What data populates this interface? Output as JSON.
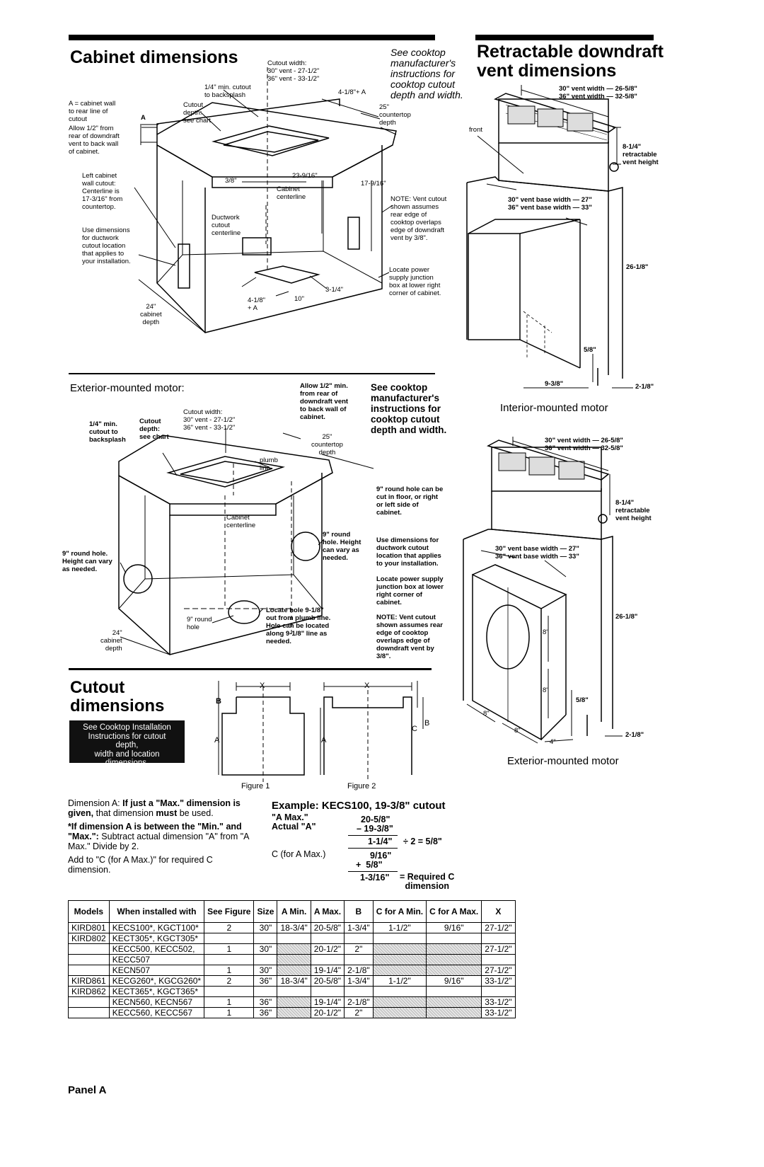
{
  "cabinet": {
    "title": "Cabinet dimensions",
    "a_note": "A = cabinet wall\nto rear line of\ncutout",
    "allow_note": "Allow 1/2\" from\nrear of downdraft\nvent to back wall\nof cabinet.",
    "a": "A",
    "cutout_width": "Cutout width:\n30\" vent - 27-1/2\"\n36\" vent - 33-1/2\"",
    "quarter_min": "1/4\" min. cutout\nto backsplash",
    "cutout_depth": "Cutout\ndepth:\nsee chart",
    "a_plus": "4-1/8\"+ A",
    "countertop_depth": "25\"\ncountertop\ndepth",
    "see_cooktop": "See cooktop\nmanufacturer's\ninstructions for\ncooktop cutout\ndepth and width.",
    "left_cutout": "Left cabinet\nwall cutout:\nCenterline is\n17-3/16\" from\ncountertop.",
    "use_dims": "Use dimensions\nfor ductwork\ncutout location\nthat applies to\nyour installation.",
    "d38": "3/8\"",
    "d23": "23-9/16\"",
    "cab_centerline": "Cabinet\ncenterline",
    "duct_centerline": "Ductwork\ncutout\ncenterline",
    "d17": "17-9/16\"",
    "vent_note": "NOTE: Vent cutout\nshown assumes\nrear edge of\ncooktop overlaps\nedge of downdraft\nvent by 3/8\".",
    "power_note": "Locate power\nsupply junction\nbox at lower right\ncorner of cabinet.",
    "d314": "3-1/4\"",
    "d418": "4-1/8\"\n+ A",
    "d10": "10\"",
    "depth24": "24\"\ncabinet\ndepth"
  },
  "retract": {
    "title": "Retractable downdraft\nvent dimensions",
    "vent_width": "30\" vent width — 26-5/8\"\n36\" vent width — 32-5/8\"",
    "front": "front",
    "height": "8-1/4\"\nretractable\nvent height",
    "base_width": "30\" vent base width — 27\"\n36\" vent base width — 33\"",
    "d2618": "26-1/8\"",
    "d58": "5/8\"",
    "d938": "9-3/8\"",
    "d218": "2-1/8\"",
    "interior_caption": "Interior-mounted motor",
    "vent_width2": "30\" vent width — 26-5/8\"\n36\" vent width — 32-5/8\"",
    "height2": "8-1/4\"\nretractable\nvent height",
    "base_width2": "30\" vent base width — 27\"\n36\" vent base width — 33\"",
    "d2618b": "26-1/8\"",
    "d8a": "8\"",
    "d8b": "8\"",
    "d8c": "8\"",
    "d8d": "8\"",
    "d4": "4\"",
    "d58b": "5/8\"",
    "d218b": "2-1/8\"",
    "exterior_caption": "Exterior-mounted motor"
  },
  "exterior": {
    "title": "Exterior-mounted motor:",
    "allow": "Allow 1/2\" min.\nfrom rear of\ndowndraft vent\nto back wall of\ncabinet.",
    "see_cooktop": "See cooktop\nmanufacturer's\ninstructions for\ncooktop cutout\ndepth and width.",
    "cutout_width": "Cutout width:\n30\" vent - 27-1/2\"\n36\" vent - 33-1/2\"",
    "quarter_min": "1/4\" min.\ncutout to\nbacksplash",
    "cutout_depth": "Cutout\ndepth:\nsee chart",
    "countertop": "25\"\ncountertop\ndepth",
    "plumb": "plumb\nline",
    "round_floor": "9\" round hole can be\ncut in floor, or right\nor left side of\ncabinet.",
    "cab_centerline": "Cabinet\ncenterline",
    "round_right": "9\" round\nhole. Height\ncan vary as\nneeded.",
    "use_dims": "Use dimensions for\nductwork cutout\nlocation that applies\nto your installation.",
    "round_left": "9\" round hole.\nHeight can vary\nas needed.",
    "power": "Locate power supply\njunction box at lower\nright corner of\ncabinet.",
    "locate_hole": "Locate hole 9-1/8\"\nout from plumb line.\nHole can be located\nalong 9-1/8\" line as\nneeded.",
    "round_bottom": "9\" round\nhole",
    "vent_note": "NOTE: Vent cutout\nshown assumes rear\nedge of cooktop\noverlaps edge of\ndowndraft vent by\n3/8\".",
    "depth24": "24\"\ncabinet\ndepth"
  },
  "cutout": {
    "title": "Cutout\ndimensions",
    "badge": "See Cooktop Installation\nInstructions for cutout\ndepth,\nwidth and location\ndimensions.",
    "x1": "X",
    "x2": "X",
    "b1": "B",
    "a1": "A",
    "a2": "A",
    "c": "C",
    "b2": "B",
    "fig1": "Figure 1",
    "fig2": "Figure 2"
  },
  "instructions": {
    "p1_a": "Dimension A: ",
    "p1_b": "If just a \"Max.\" dimension is given,",
    "p1_c": " that dimension ",
    "p1_d": "must",
    "p1_e": " be used.",
    "p2_a": "*If dimension A is between the \"Min.\" and \"Max.\":",
    "p2_b": " Subtract actual dimension \"A\" from \"A Max.\" Divide by 2.",
    "p3": "Add to \"C (for A Max.)\" for required C dimension."
  },
  "example": {
    "title": "Example: KECS100, 19-3/8\" cutout",
    "amax_label": "\"A Max.\"",
    "amax_val": "20-5/8\"",
    "actual_label": "Actual \"A\"",
    "actual_val": "– 19-3/8\"",
    "diff": "1-1/4\"",
    "div": "÷ 2 = 5/8\"",
    "c_label": "C (for A Max.)",
    "c_val": "9/16\"",
    "plus": "+  5/8\"",
    "result": "1-3/16\"",
    "required": "= Required C\ndimension"
  },
  "table": {
    "headers": [
      "Models",
      "When installed with",
      "See\nFigure",
      "Size",
      "A\nMin.",
      "A\nMax.",
      "B",
      "C for\nA Min.",
      "C for\nA Max.",
      "X"
    ],
    "rows": [
      [
        "KIRD801",
        "KECS100*, KGCT100*",
        "2",
        "30\"",
        "18-3/4\"",
        "20-5/8\"",
        "1-3/4\"",
        "1-1/2\"",
        "9/16\"",
        "27-1/2\""
      ],
      [
        "KIRD802",
        "KECT305*, KGCT305*",
        "",
        "",
        "",
        "",
        "",
        "",
        "",
        ""
      ],
      [
        "",
        "KECC500, KECC502,",
        "1",
        "30\"",
        "",
        "20-1/2\"",
        "2\"",
        "",
        "",
        "27-1/2\""
      ],
      [
        "",
        "KECC507",
        "",
        "",
        "",
        "",
        "",
        "",
        "",
        ""
      ],
      [
        "",
        "KECN507",
        "1",
        "30\"",
        "",
        "19-1/4\"",
        "2-1/8\"",
        "",
        "",
        "27-1/2\""
      ],
      [
        "KIRD861",
        "KECG260*, KGCG260*",
        "2",
        "36\"",
        "18-3/4\"",
        "20-5/8\"",
        "1-3/4\"",
        "1-1/2\"",
        "9/16\"",
        "33-1/2\""
      ],
      [
        "KIRD862",
        "KECT365*, KGCT365*",
        "",
        "",
        "",
        "",
        "",
        "",
        "",
        ""
      ],
      [
        "",
        "KECN560, KECN567",
        "1",
        "36\"",
        "",
        "19-1/4\"",
        "2-1/8\"",
        "",
        "",
        "33-1/2\""
      ],
      [
        "",
        "KECC560, KECC567",
        "1",
        "36\"",
        "",
        "20-1/2\"",
        "2\"",
        "",
        "",
        "33-1/2\""
      ]
    ]
  },
  "footer": {
    "panel": "Panel A"
  }
}
